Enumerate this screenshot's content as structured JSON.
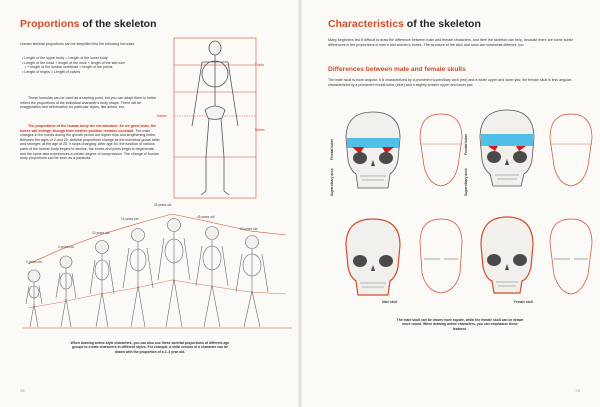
{
  "left_page": {
    "title_accent": "Proportions",
    "title_rest": " of the skeleton",
    "intro": "Human skeletal proportions can be simplified into the following formulas:",
    "formulas": [
      "Length of the upper body = Length of the lower body",
      "Length of the head + length of the neck + length of the sternum",
      "+ length of the lumbar vertebrae = length of the pelvis",
      "Length of thighs = Length of calves"
    ],
    "paragraph_1": "These formulas can be used as a starting point, but you can adapt them to better reflect the proportions of the individual character's body shape. There will be exaggeration and deformation for particular styles, like anime, too.",
    "paragraph_red": "The proportions of the human body are not absolute. As we grow older, the bones will change, though their relative position remains constant.",
    "paragraph_2": "The main changes in the bones during the growth period are higher hips and lengthening limbs. Between the ages of 2 and 25, skeletal proportions change as the individual grows taller and stronger; at the age of 25, it stops changing. After age 45, the function of various parts of the human body begins to decline, the bones and joints begin to degenerate, and the spine also experiences a certain degree of compression. The change of human body proportions can be seen as a parabola.",
    "skeleton_labels": {
      "thirds": "Thirds",
      "halves_left": "Halves",
      "halves_right": "Halves"
    },
    "ages": [
      "2 years old",
      "4 years old",
      "10 years old",
      "16 years old",
      "25 years old",
      "45 years old",
      "60 years old"
    ],
    "caption": "When drawing anime-style characters, you can also use these skeletal proportions of different age groups to create characters in different styles. For example, a chibi version of a character can be drawn with the proportion of a 2–4 year old.",
    "page_number": "28"
  },
  "right_page": {
    "title_accent": "Characteristics",
    "title_rest": " of the skeleton",
    "intro": "Many beginners find it difficult to draw the difference between male and female characters, and here the skeleton can help, because there are some subtle differences in the proportions of men's and women's bones. The structure of the skull and torso are somewhat different, too.",
    "subtitle": "Differences between male and female skulls",
    "skull_text": "The male skull is more angular. It is characterized by a prominent superciliary arch (red) and a wider upper and lower jaw; the female skull is less angular, characterized by a prominent frontal tuber (blue) and a slightly smaller upper and lower jaw.",
    "labels": {
      "frontal_tuber_1": "Frontal tuber",
      "superciliary_arch_1": "Superciliary arch",
      "frontal_tuber_2": "Frontal tuber",
      "superciliary_arch_2": "Superciliary arch",
      "male_skull": "Male skull",
      "female_skull": "Female skull"
    },
    "caption": "The male skull can be drawn more square, while the female skull can be drawn more round. When drawing anime characters, you can emphasize these features.",
    "page_number": "29"
  },
  "colors": {
    "accent": "#d24c2c",
    "red_mark": "#d21a1a",
    "blue_mark": "#35b6e6"
  }
}
